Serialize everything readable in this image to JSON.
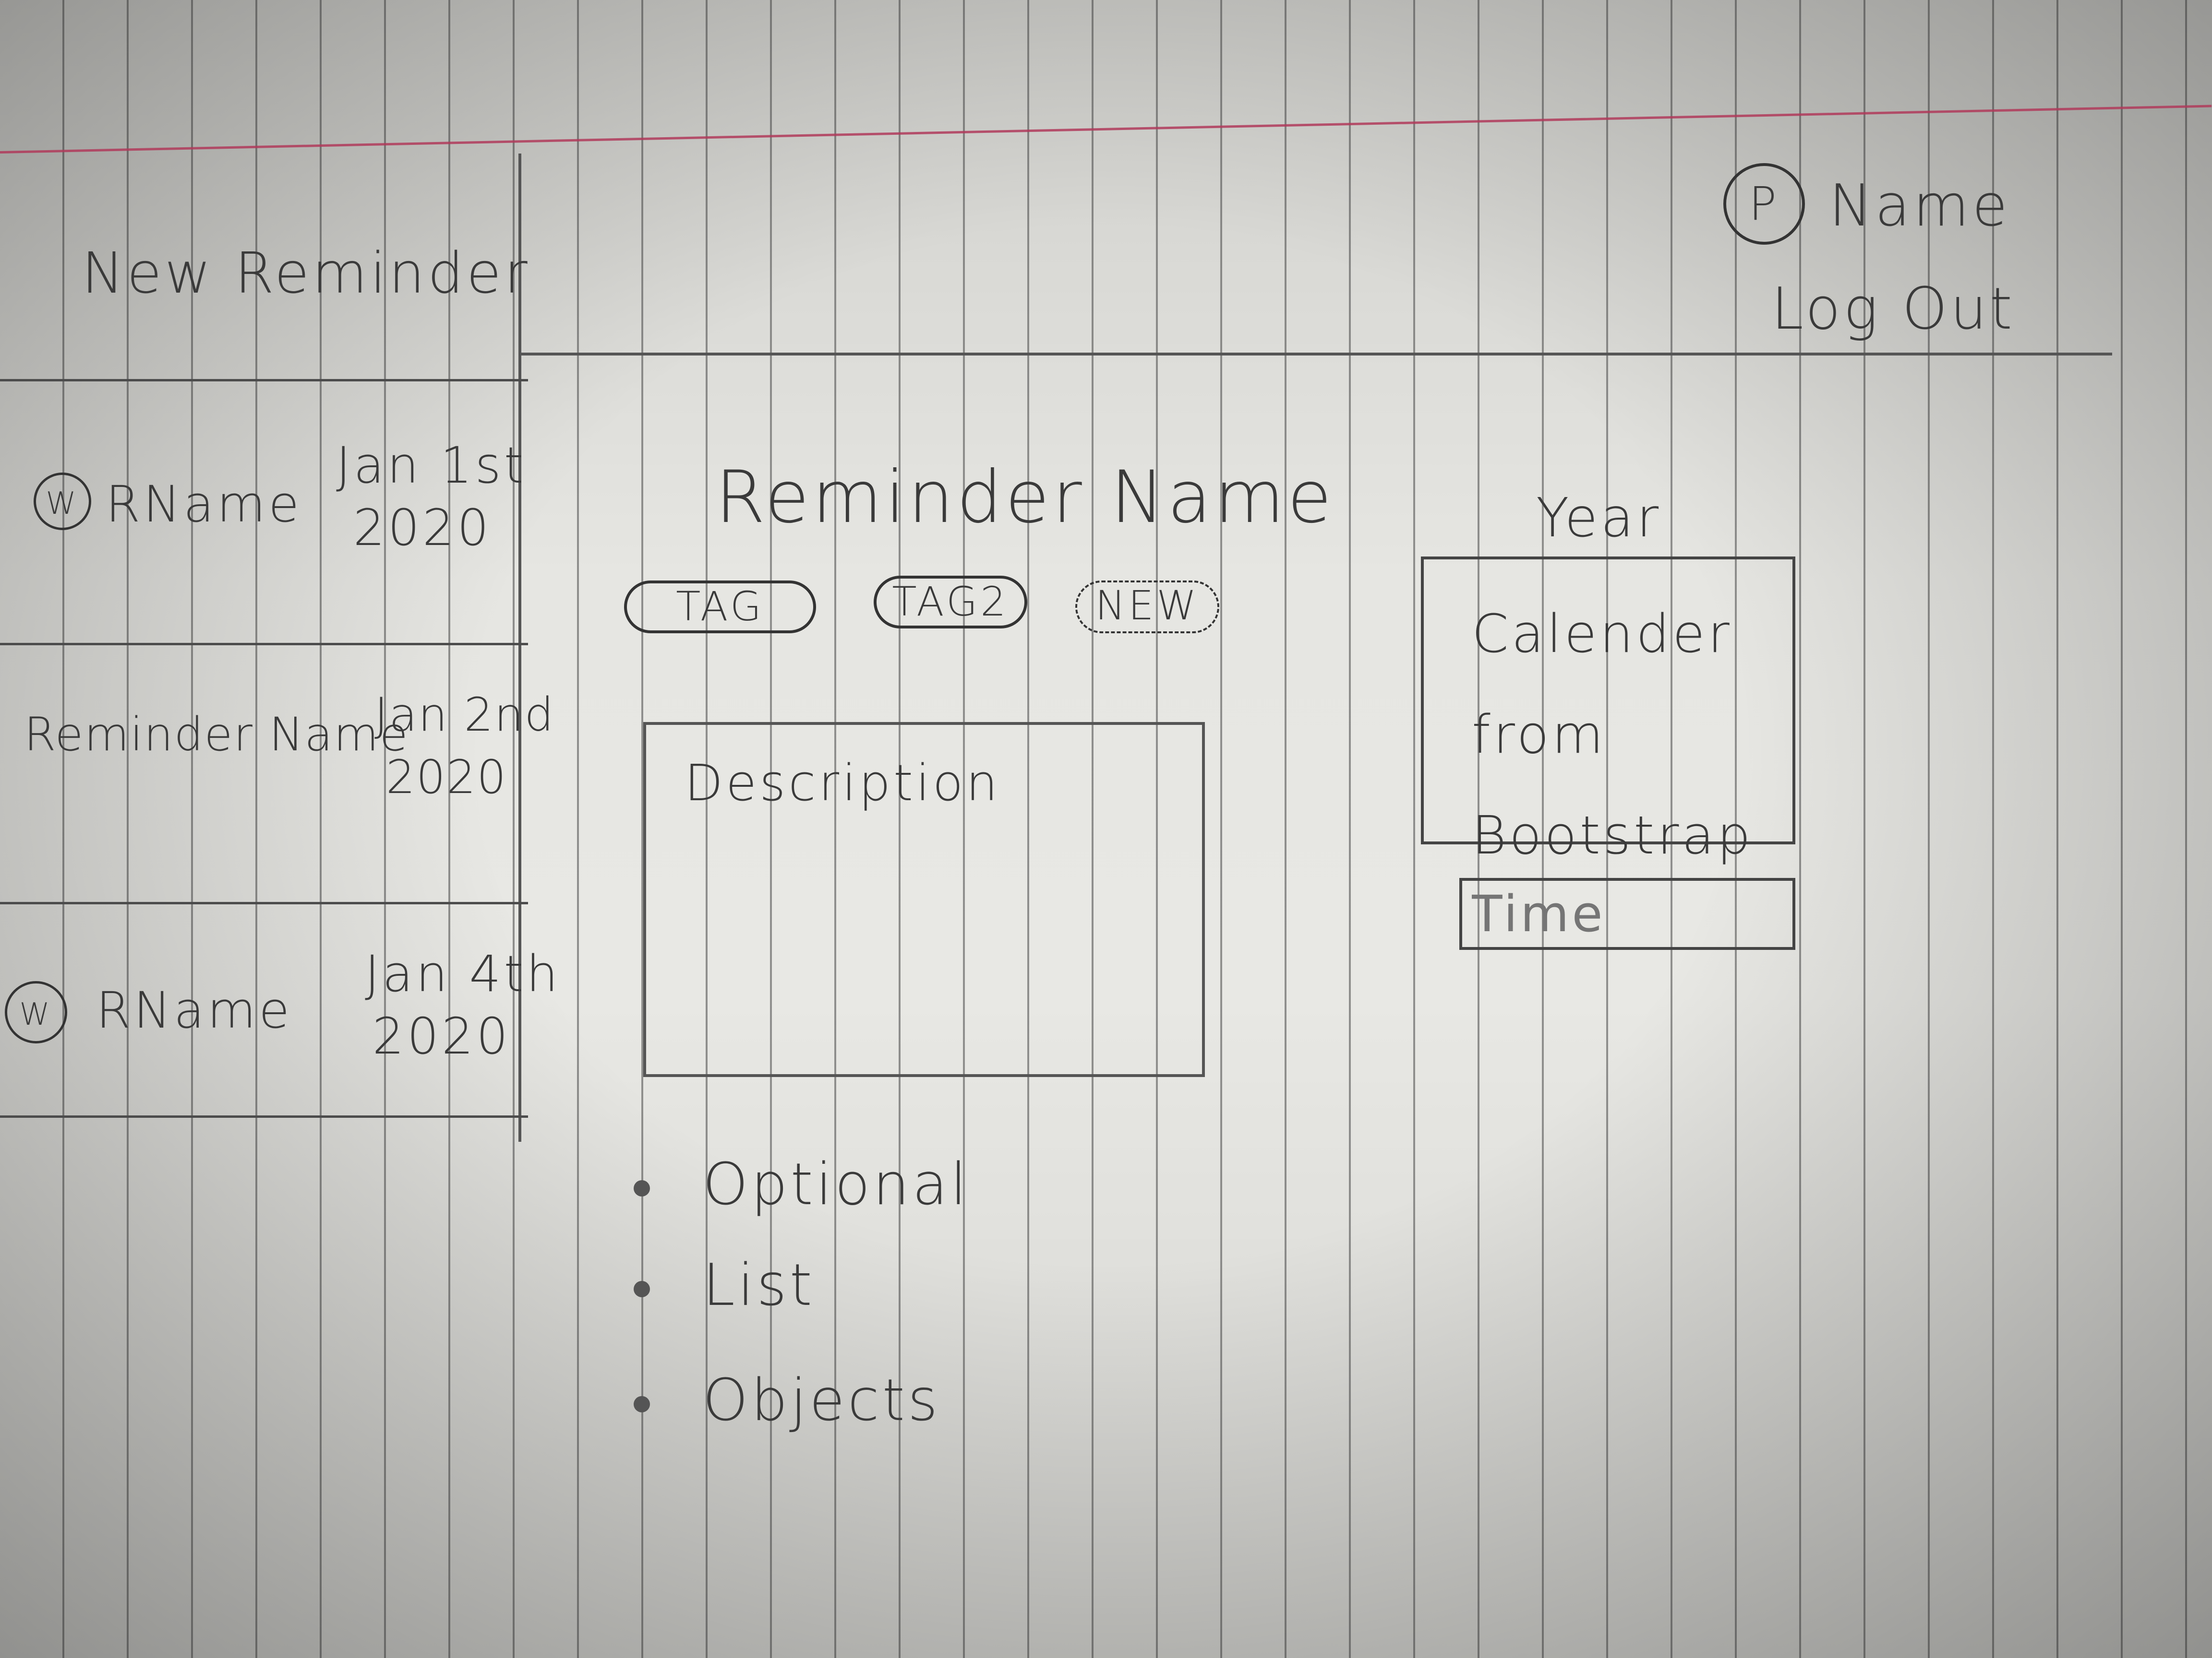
{
  "sidebar": {
    "new_reminder_label": "New Reminder",
    "items": [
      {
        "icon_letter": "W",
        "name": "RName",
        "date_line1": "Jan 1st",
        "date_line2": "2020"
      },
      {
        "icon_letter": "",
        "name": "Reminder Name",
        "date_line1": "Jan 2nd",
        "date_line2": "2020"
      },
      {
        "icon_letter": "W",
        "name": "RName",
        "date_line1": "Jan 4th",
        "date_line2": "2020"
      }
    ]
  },
  "header": {
    "profile_letter": "P",
    "user_name": "Name",
    "logout_label": "Log Out"
  },
  "main": {
    "title": "Reminder Name",
    "tags": [
      "TAG",
      "TAG2"
    ],
    "new_tag_label": "NEW",
    "description_placeholder": "Description",
    "list_items": [
      "Optional",
      "List",
      "Objects"
    ]
  },
  "date_panel": {
    "year_label": "Year",
    "calendar_text": "Calender\nfrom\nBootstrap",
    "time_placeholder": "Time"
  },
  "colors": {
    "paper": "#e6e6e2",
    "rule_line": "#464646",
    "margin_line": "#b03a5a",
    "pencil": "#3a3a3a"
  }
}
